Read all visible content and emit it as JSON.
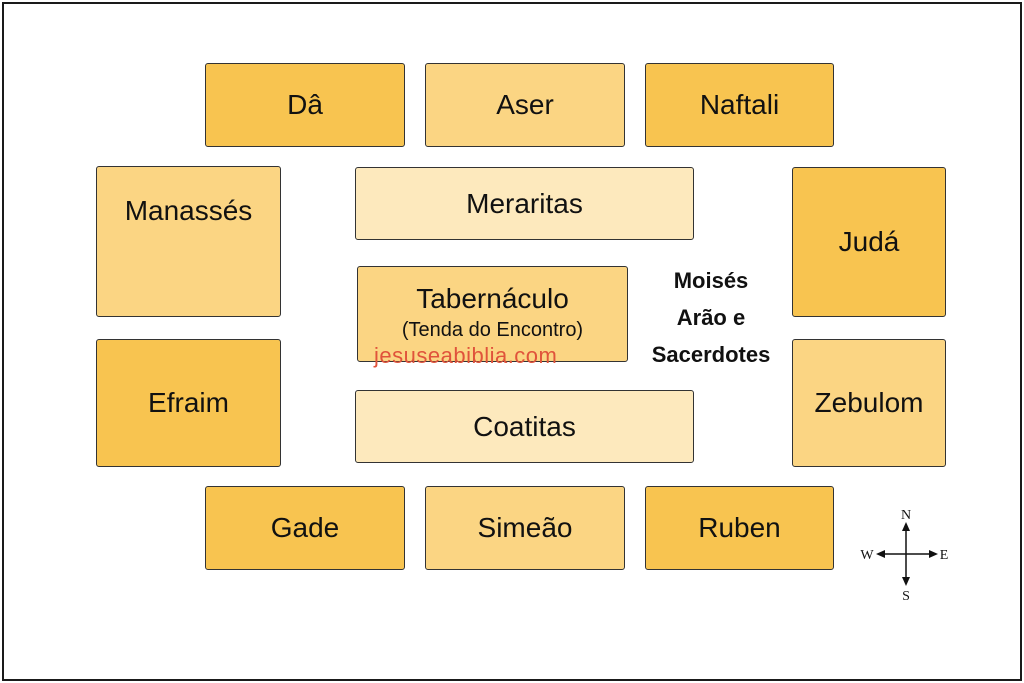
{
  "colors": {
    "dark": "#f8c450",
    "mid": "#fbd583",
    "light": "#fde9bd",
    "watermark": "#e0533b",
    "border": "#333333"
  },
  "tribes": {
    "top": [
      "Dâ",
      "Aser",
      "Naftali"
    ],
    "left": [
      "Manassés",
      "Efraim"
    ],
    "right": [
      "Judá",
      "Zebulom"
    ],
    "bottom": [
      "Gade",
      "Simeão",
      "Ruben"
    ]
  },
  "levites": {
    "north": "Meraritas",
    "south": "Coatitas"
  },
  "tabernacle": {
    "title": "Tabernáculo",
    "subtitle": "(Tenda do Encontro)"
  },
  "east_camp": {
    "line1": "Moisés",
    "line2": "Arão e",
    "line3": "Sacerdotes"
  },
  "watermark": "jesuseabiblia.com",
  "compass": {
    "n": "N",
    "s": "S",
    "e": "E",
    "w": "W"
  }
}
